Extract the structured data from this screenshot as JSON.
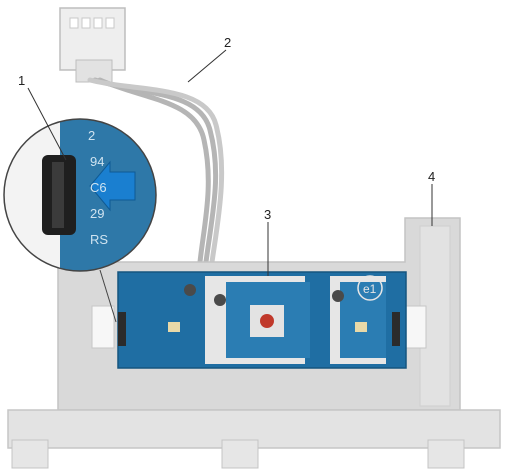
{
  "callouts": [
    {
      "id": "1",
      "label": "1"
    },
    {
      "id": "2",
      "label": "2"
    },
    {
      "id": "3",
      "label": "3"
    },
    {
      "id": "4",
      "label": "4"
    }
  ],
  "board_markings": {
    "logo": "e1",
    "zoom_text_top": "2",
    "zoom_text_mid1": "94",
    "zoom_text_mid2": "C6",
    "zoom_text_mid3": "29",
    "zoom_text_bottom": "RS"
  },
  "colors": {
    "bracket": "#d9d9d9",
    "bracket_edge": "#c4c4c4",
    "board": "#1f6ea3",
    "board_pad": "#e6e6e6",
    "arrow": "#1a7fd0",
    "leader": "#333333",
    "cable": "#b8b8b8"
  }
}
